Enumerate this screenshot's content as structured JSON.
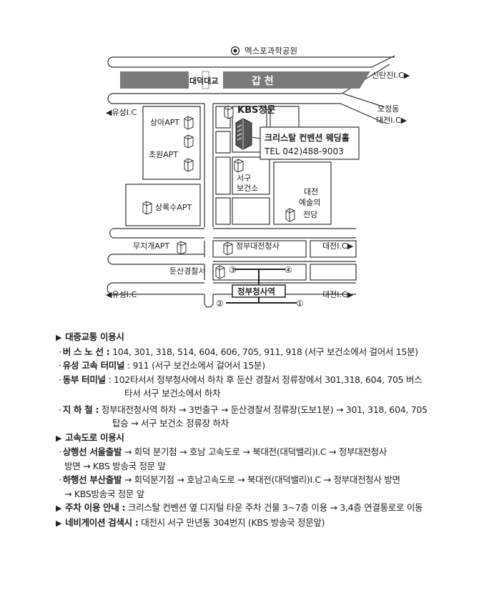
{
  "map": {
    "expo_park": "엑스포과학공원",
    "river_bridge": "대덕대교",
    "river_name": "갑 천",
    "ic_sintanjin": "신탄진I.C▶",
    "ic_yuseong_top": "◀유성I.C",
    "ic_ojeongdong_1": "오정동",
    "ic_ojeongdong_2": "대전I.C▶",
    "apt_sanga": "상아APT",
    "apt_chowon": "초원APT",
    "apt_sangroksu": "상록수APT",
    "kbs_gate": "KBS정문",
    "venue_name": "크리스탈 컨벤션 웨딩홀",
    "venue_tel": "TEL 042)488-9003",
    "health_center_1": "서구",
    "health_center_2": "보건소",
    "arts_center_1": "대전",
    "arts_center_2": "예술의",
    "arts_center_3": "전당",
    "apt_mujigae": "무지개APT",
    "gov_complex": "정부대전청사",
    "ic_daejeon_mid": "대전I.C▶",
    "police_station": "둔산경찰서",
    "exit_3": "③",
    "exit_4": "④",
    "station": "정부청사역",
    "exit_2": "②",
    "exit_1": "①",
    "ic_yuseong_bottom": "◀유성I.C",
    "ic_daejeon_bottom": "대전I.C▶"
  },
  "info": {
    "public_transport_head": "대중교통 이용시",
    "bus_label": "버 스 노 선 :",
    "bus_text": "104, 301, 318, 514, 604, 606, 705, 911, 918 (서구 보건소에서 걸어서 15분)",
    "express_label": "유성 고속 터미널",
    "express_text": ": 911 (서구 보건소에서 걸어서 15분)",
    "east_label": "동부 터미널",
    "east_text": ": 102타서서 정부청사에서 하차 후 둔산 경찰서 정류장에서 301,318, 604, 705 버스",
    "east_text_2": "타서 서구 보건소에서 하차",
    "subway_label": "지 하 철 :",
    "subway_text": "정부대전청사역 하차 → 3번출구 → 둔산경찰서 정류장(도보1분) → 301, 318, 604, 705",
    "subway_text_2": "탑승 → 서구 보건소 정류장 하차",
    "highway_head": "고속도로 이용시",
    "up_label": "상행선 서울출발",
    "up_text": "→ 회덕 분기점 → 호남 고속도로 → 북대전(대덕밸리)I.C → 정부대전청사",
    "up_text_2": "방면 → KBS 방송국 정문 앞",
    "down_label": "하행선 부산출발",
    "down_text": "→ 회덕분기점 → 호남고속도로 → 북대전(대덕밸리)I.C → 정부대전청사 방면",
    "down_text_2": "→ KBS방송국 정문 앞",
    "parking_label": "주차 이용 안내 :",
    "parking_text": "크리스탈 컨벤션 옆 디지털 타운 주차 건물 3~7층 이용 → 3,4층 연결통로로 이동",
    "navi_label": "네비게이션 검색시 :",
    "navi_text": "대전시 서구 만년동 304번지 (KBS 방송국 정문앞)",
    "triangle": "▶",
    "dot": "·"
  },
  "colors": {
    "road_stroke": "#333333",
    "river_fill": "#7a7a7a",
    "text": "#222222"
  },
  "icons": [
    "building-icon",
    "target-icon",
    "arrow-right-icon",
    "arrow-left-icon"
  ]
}
